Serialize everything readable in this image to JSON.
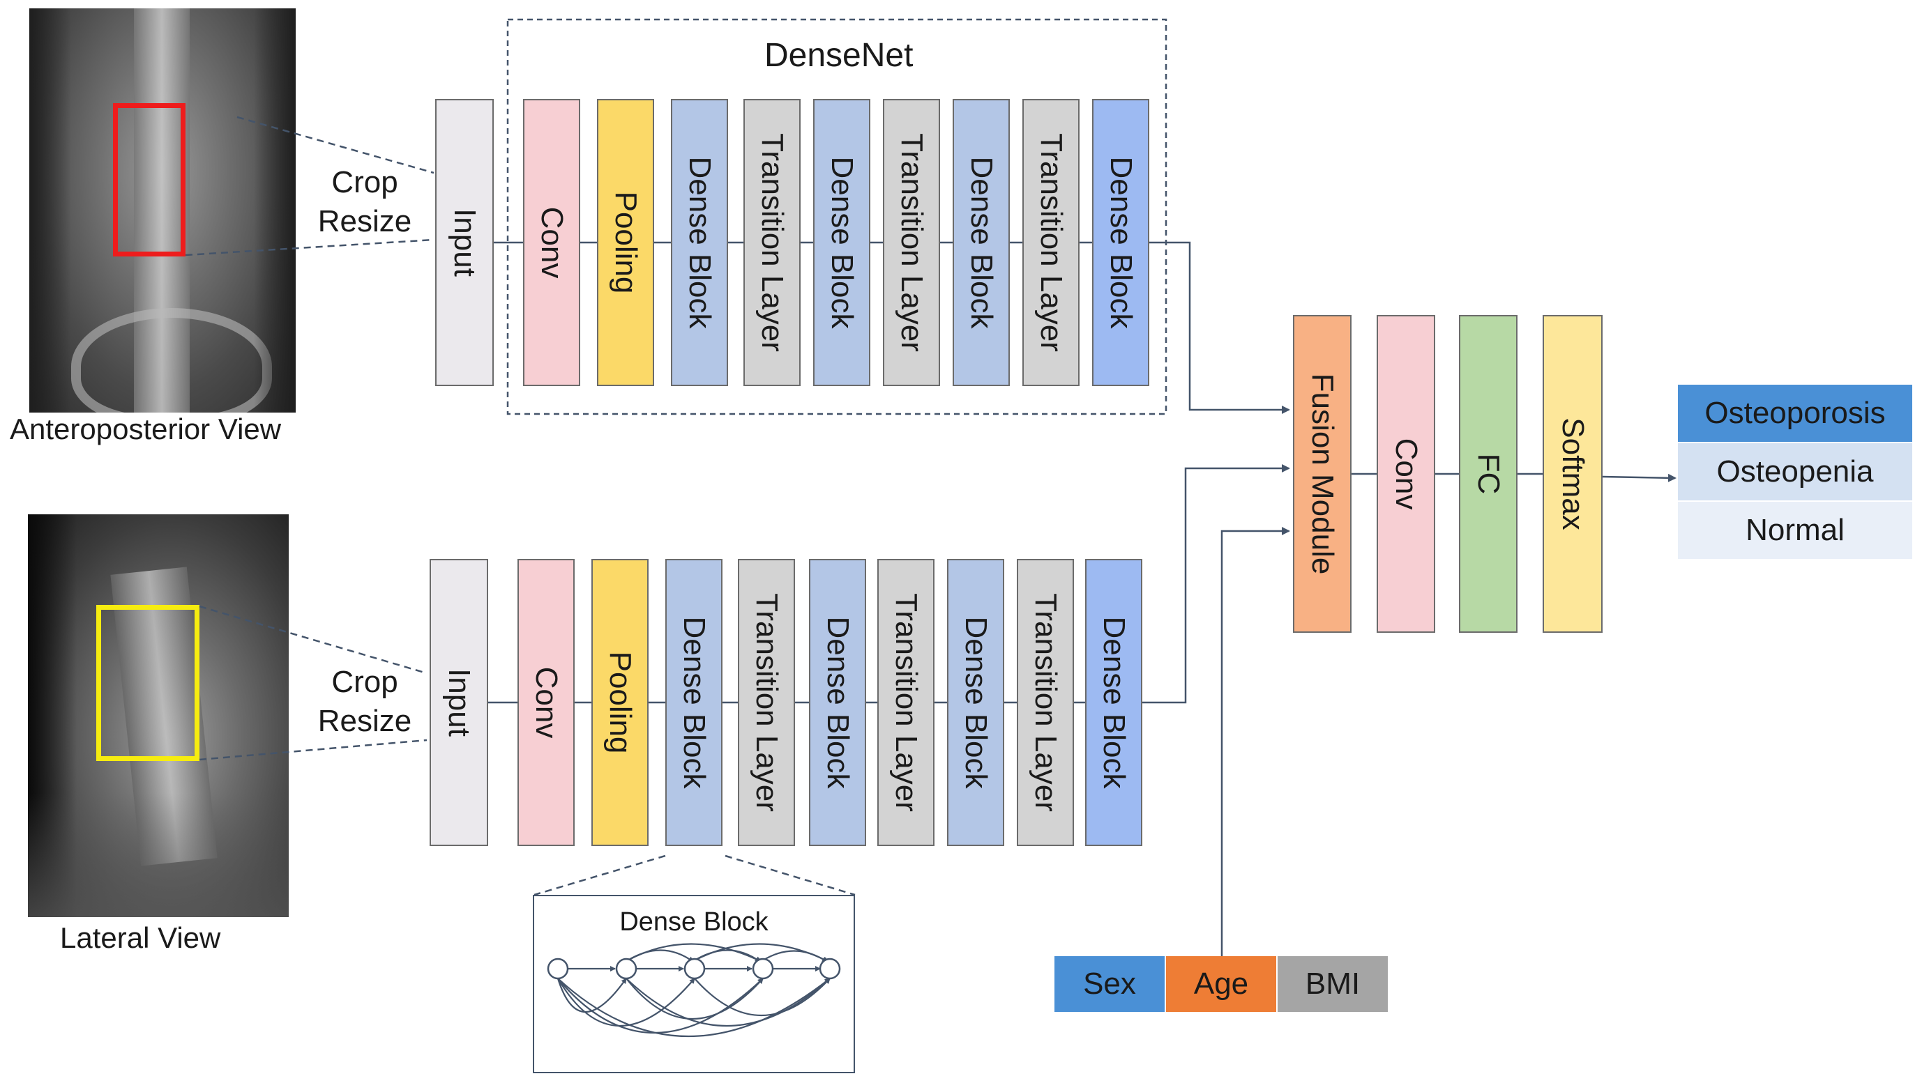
{
  "colors": {
    "input": "#ebe9ed",
    "conv": "#f7cfd3",
    "pooling": "#fbd968",
    "dense_block": "#b3c6e6",
    "transition_layer": "#d3d3d3",
    "dense_block_last": "#9dbaf2",
    "fusion_module": "#f8b184",
    "fc": "#b7d9a5",
    "softmax": "#fde79a",
    "osteoporosis": "#4a90d6",
    "osteopenia": "#d4e1f2",
    "normal": "#e9eff8",
    "sex": "#4a90d6",
    "age": "#ee7d35",
    "bmi": "#a5a5a5",
    "ap_roi": "#ee1c1c",
    "lat_roi": "#f6ec10",
    "lines": "#44546a"
  },
  "top_row": {
    "image_caption": "Anteroposterior View",
    "crop_line1": "Crop",
    "crop_line2": "Resize",
    "densenet_title": "DenseNet",
    "input": "Input",
    "layers": [
      "Conv",
      "Pooling",
      "Dense Block",
      "Transition Layer",
      "Dense Block",
      "Transition Layer",
      "Dense Block",
      "Transition Layer",
      "Dense Block"
    ]
  },
  "bottom_row": {
    "image_caption": "Lateral View",
    "crop_line1": "Crop",
    "crop_line2": "Resize",
    "input": "Input",
    "layers": [
      "Conv",
      "Pooling",
      "Dense Block",
      "Transition Layer",
      "Dense Block",
      "Transition Layer",
      "Dense Block",
      "Transition Layer",
      "Dense Block"
    ]
  },
  "dense_block_detail": {
    "title": "Dense Block"
  },
  "fusion": {
    "fusion_module": "Fusion Module",
    "conv": "Conv",
    "fc": "FC",
    "softmax": "Softmax"
  },
  "outputs": [
    "Osteoporosis",
    "Osteopenia",
    "Normal"
  ],
  "clinical": {
    "sex": "Sex",
    "age": "Age",
    "bmi": "BMI"
  }
}
